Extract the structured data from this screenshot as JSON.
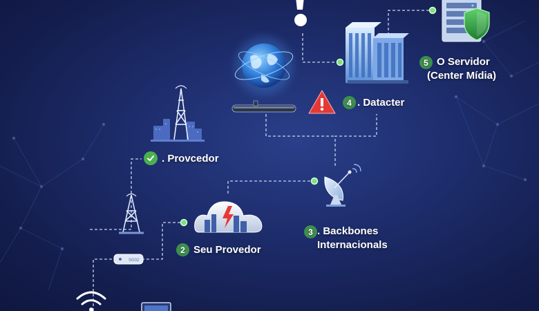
{
  "steps": {
    "provedor_check_label": ". Provcedor",
    "step2_number": "2",
    "step2_label": "Seu Provedor",
    "step3_number": "3.",
    "step3_line1": "Backbones",
    "step3_line2": "Internacionals",
    "step4_number": "4",
    "step4_label": ". Datacter",
    "step5_number": "5.",
    "step5_line1": "O Servidor",
    "step5_line2": "(Center Mídia)"
  },
  "modem_text": "SG02",
  "colors": {
    "background_center": "#2a3f8a",
    "background_edge": "#0f1740",
    "step_badge": "#3f8f4f",
    "check_badge": "#4caf50",
    "warning": "#e53935",
    "shield": "#3fae4a",
    "lightning": "#e53935"
  },
  "icons": [
    "question-mark-icon",
    "globe-icon",
    "submarine-cable-icon",
    "warning-icon",
    "datacenter-building-icon",
    "server-rack-icon",
    "shield-icon",
    "city-tower-icon",
    "check-icon",
    "cell-tower-icon",
    "modem-icon",
    "cloud-icon",
    "lightning-icon",
    "satellite-dish-icon",
    "wifi-icon",
    "laptop-icon"
  ]
}
